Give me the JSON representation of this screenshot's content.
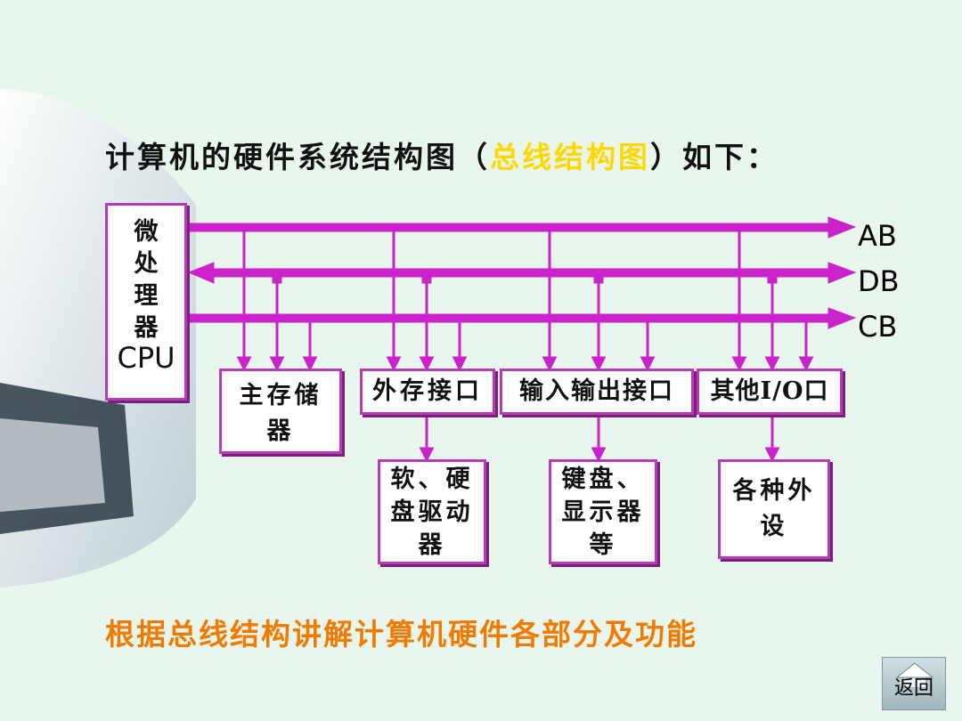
{
  "title": {
    "main": "计算机的硬件系统结构图（",
    "highlight": "总线结构图",
    "tail": "）如下："
  },
  "cpu": {
    "chars": [
      "微",
      "处",
      "理",
      "器"
    ],
    "label": "CPU"
  },
  "buses": [
    {
      "label": "AB"
    },
    {
      "label": "DB"
    },
    {
      "label": "CB"
    }
  ],
  "modules": {
    "main_memory": "主存储器",
    "ext_storage_interface": "外存接口",
    "io_interface": "输入输出接口",
    "other_io": "其他I/O口",
    "disk_drives": "软、硬盘驱动器",
    "keyboard_display": "键盘、显示器等",
    "peripherals": "各种外设"
  },
  "bottom_note": "根据总线结构讲解计算机硬件各部分及功能",
  "back_button": "返回",
  "colors": {
    "bus": "#cc22cc",
    "box_border": "#b83ab8",
    "highlight": "#ffd800",
    "note": "#f07b00"
  }
}
